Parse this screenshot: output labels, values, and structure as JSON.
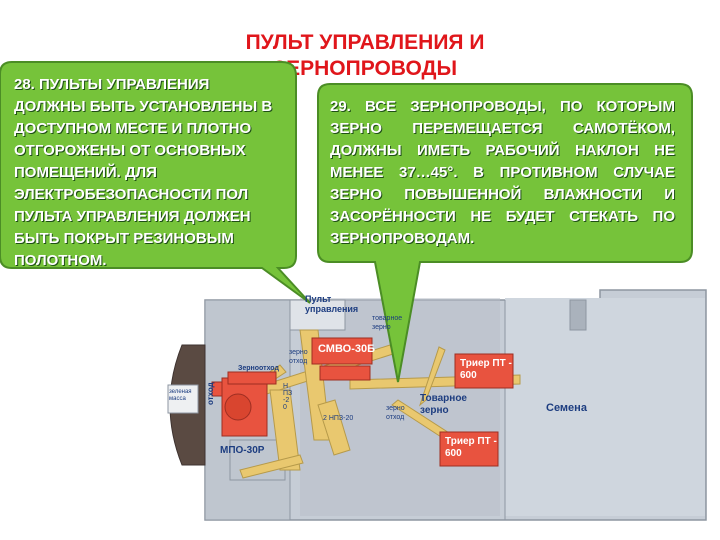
{
  "title": "ПУЛЬТ УПРАВЛЕНИЯ И ЗЕРНОПРОВОДЫ",
  "callouts": {
    "left": "28. ПУЛЬТЫ УПРАВЛЕНИЯ ДОЛЖНЫ БЫТЬ УСТАНОВЛЕНЫ В ДОСТУПНОМ МЕСТЕ И ПЛОТНО ОТГОРОЖЕНЫ ОТ ОСНОВНЫХ ПОМЕЩЕНИЙ. ДЛЯ ЭЛЕКТРОБЕЗОПАСНОСТИ ПОЛ ПУЛЬТА УПРАВЛЕНИЯ ДОЛЖЕН БЫТЬ ПОКРЫТ РЕЗИНОВЫМ ПОЛОТНОМ.",
    "right": "29. ВСЕ ЗЕРНОПРОВОДЫ, ПО КОТОРЫМ ЗЕРНО ПЕРЕМЕЩАЕТСЯ САМОТЁКОМ, ДОЛЖНЫ ИМЕТЬ РАБОЧИЙ НАКЛОН НЕ МЕНЕЕ 37…45°. В ПРОТИВНОМ СЛУЧАЕ ЗЕРНО ПОВЫШЕННОЙ ВЛАЖНОСТИ И ЗАСОРЁННОСТИ НЕ БУДЕТ СТЕКАТЬ ПО ЗЕРНОПРОВОДАМ."
  },
  "diagram": {
    "control_panel": "Пульт управления",
    "smvo": "СМВО-30Б",
    "trier1": "Триер ПТ - 600",
    "trier2": "Триер ПТ - 600",
    "tovarnoe": "Товарное зерно",
    "semena": "Семена",
    "mpo": "МПО-30Р",
    "zernootkhod": "Зерноотход",
    "zerno_otkhod_1": "зерно отход",
    "zerno_otkhod_2": "зерно отход",
    "tovarnoe_small": "товарное зерно",
    "npz_20": "НПЗ-20",
    "npz_2": "2 НПЗ-20",
    "otkhod": "отход",
    "zelenaya_massa": "зеленая масса"
  },
  "colors": {
    "title": "#e0161b",
    "callout_green": "#76c33a",
    "callout_border": "#4b8d25",
    "machine_red": "#e8533f",
    "belt_yellow": "#e9c86f"
  }
}
